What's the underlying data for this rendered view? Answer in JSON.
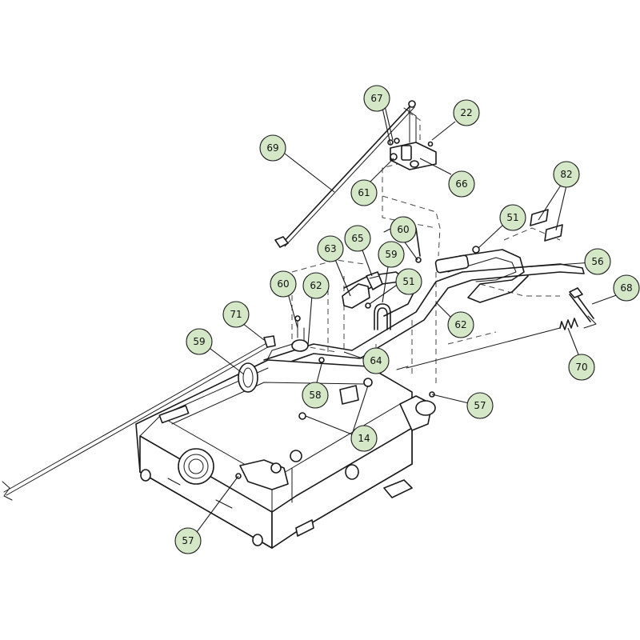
{
  "colors": {
    "callout_fill": "#d4e8c8",
    "line": "#1a1a1a",
    "background": "#ffffff"
  },
  "callouts": [
    {
      "id": "c67",
      "label": "67"
    },
    {
      "id": "c22",
      "label": "22"
    },
    {
      "id": "c69",
      "label": "69"
    },
    {
      "id": "c61",
      "label": "61"
    },
    {
      "id": "c66",
      "label": "66"
    },
    {
      "id": "c82",
      "label": "82"
    },
    {
      "id": "c51a",
      "label": "51"
    },
    {
      "id": "c60a",
      "label": "60"
    },
    {
      "id": "c65",
      "label": "65"
    },
    {
      "id": "c63",
      "label": "63"
    },
    {
      "id": "c59a",
      "label": "59"
    },
    {
      "id": "c56",
      "label": "56"
    },
    {
      "id": "c60b",
      "label": "60"
    },
    {
      "id": "c62a",
      "label": "62"
    },
    {
      "id": "c51b",
      "label": "51"
    },
    {
      "id": "c68",
      "label": "68"
    },
    {
      "id": "c71",
      "label": "71"
    },
    {
      "id": "c62b",
      "label": "62"
    },
    {
      "id": "c59b",
      "label": "59"
    },
    {
      "id": "c64",
      "label": "64"
    },
    {
      "id": "c70",
      "label": "70"
    },
    {
      "id": "c58",
      "label": "58"
    },
    {
      "id": "c57a",
      "label": "57"
    },
    {
      "id": "c14",
      "label": "14"
    },
    {
      "id": "c57b",
      "label": "57"
    }
  ]
}
